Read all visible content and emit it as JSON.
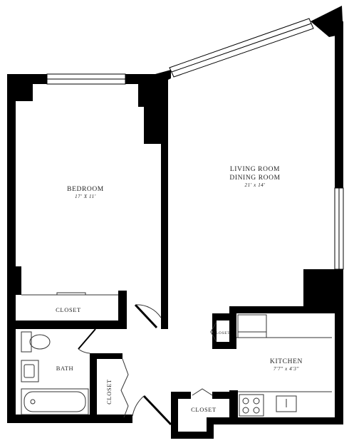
{
  "rooms": {
    "bedroom": {
      "name": "BEDROOM",
      "dims": "17' X 11'"
    },
    "living": {
      "name_line1": "LIVING ROOM",
      "name_line2": "DINING ROOM",
      "dims": "21' x 14'"
    },
    "kitchen": {
      "name": "KITCHEN",
      "dims": "7'7\" x 4'3\""
    },
    "bath": {
      "name": "BATH"
    }
  },
  "closets": {
    "bedroom": "CLOSET",
    "hall_vertical": "CLOSET",
    "entry": "CLOSET",
    "kitchen_small": "CLOSET"
  },
  "colors": {
    "wall": "#000000",
    "fixture_line": "#333333",
    "background": "#ffffff"
  }
}
